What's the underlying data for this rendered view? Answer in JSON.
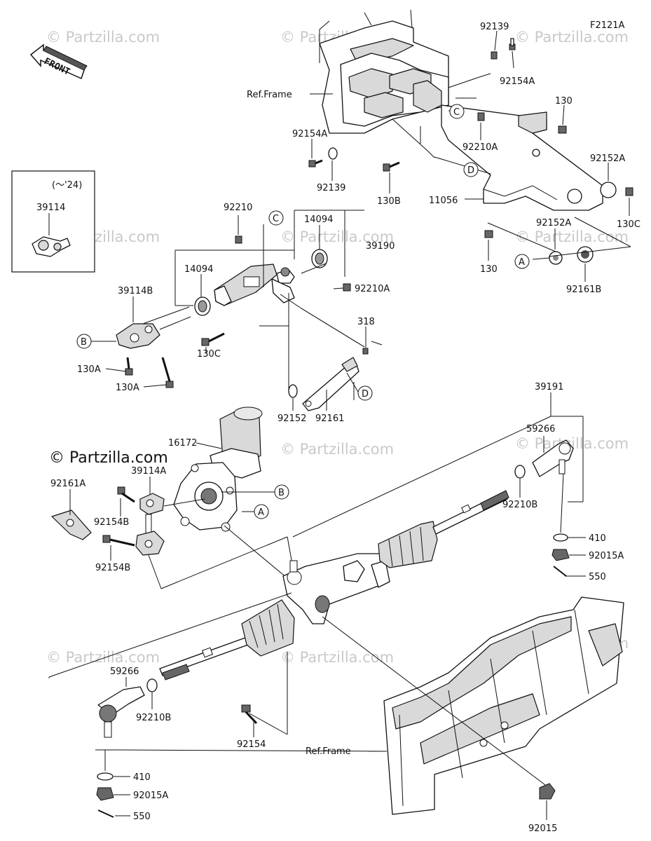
{
  "diagram_code": "F2121A",
  "front_label": "FRONT",
  "watermark": "© Partzilla.com",
  "inset": {
    "note": "(～'24)",
    "part": "39114"
  },
  "callouts": [
    "A",
    "B",
    "C",
    "D"
  ],
  "labels": {
    "l92139_top": "92139",
    "l92154A_top": "92154A",
    "l130_top": "130",
    "l92152A_top": "92152A",
    "l130C_right": "130C",
    "l92152A_mid": "92152A",
    "l92161B": "92161B",
    "l130_mid": "130",
    "l11056": "11056",
    "l130B": "130B",
    "l92139_left": "92139",
    "l92154A_left": "92154A",
    "l92210A_top": "92210A",
    "ref_frame_top": "Ref.Frame",
    "l92210": "92210",
    "l14094_right": "14094",
    "l39190": "39190",
    "l14094_left": "14094",
    "l92210A_mid": "92210A",
    "l318": "318",
    "l39114B": "39114B",
    "l130A_1": "130A",
    "l130A_2": "130A",
    "l130C_left": "130C",
    "l92152": "92152",
    "l92161": "92161",
    "l16172": "16172",
    "l39114A": "39114A",
    "l92161A": "92161A",
    "l92154B_1": "92154B",
    "l92154B_2": "92154B",
    "l39191": "39191",
    "l59266_right": "59266",
    "l92210B_right": "92210B",
    "l410_right": "410",
    "l92015A_right": "92015A",
    "l550_right": "550",
    "l59266_left": "59266",
    "l92210B_left": "92210B",
    "l92154": "92154",
    "l410_left": "410",
    "l92015A_left": "92015A",
    "l550_left": "550",
    "ref_frame_bottom": "Ref.Frame",
    "l92015": "92015"
  }
}
